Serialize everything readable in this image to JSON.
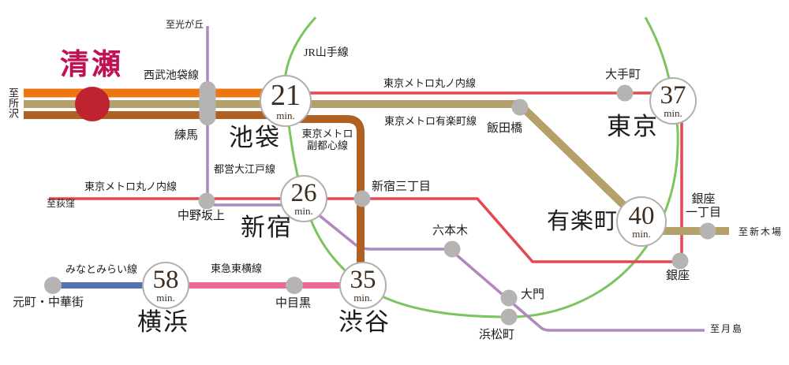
{
  "colors": {
    "seibu-orange": "#ee7611",
    "yurakucho-gold": "#b3a06a",
    "fukutoshin-brown": "#b06020",
    "marunouchi-red": "#e4474d",
    "oedo-purple": "#b087bf",
    "yamanote-green": "#7cc45e",
    "minatomirai-blue": "#5572b0",
    "toyoko-pink": "#ec6b96",
    "station-gray": "#b5b4b2",
    "circle-border": "#b2b0ae",
    "kiyose-circle": "#bf2330",
    "kiyose-text": "#c11155",
    "time-text": "#3f2d1e"
  },
  "home": {
    "name": "清瀬"
  },
  "hubs": [
    {
      "id": "ikebukuro",
      "name": "池袋",
      "time": "21",
      "unit": "min."
    },
    {
      "id": "shinjuku",
      "name": "新宿",
      "time": "26",
      "unit": "min."
    },
    {
      "id": "shibuya",
      "name": "渋谷",
      "time": "35",
      "unit": "min."
    },
    {
      "id": "yokohama",
      "name": "横浜",
      "time": "58",
      "unit": "min."
    },
    {
      "id": "tokyo",
      "name": "東京",
      "time": "37",
      "unit": "min."
    },
    {
      "id": "yurakucho",
      "name": "有楽町",
      "time": "40",
      "unit": "min."
    }
  ],
  "stations": [
    {
      "id": "nerima",
      "name": "練馬"
    },
    {
      "id": "nakano-sakaue",
      "name": "中野坂上"
    },
    {
      "id": "shinjuku-sanchome",
      "name": "新宿三丁目"
    },
    {
      "id": "roppongi",
      "name": "六本木"
    },
    {
      "id": "otemachi",
      "name": "大手町"
    },
    {
      "id": "iidabashi",
      "name": "飯田橋"
    },
    {
      "id": "ginza-itchome",
      "name": "銀座",
      "name2": "一丁目"
    },
    {
      "id": "ginza",
      "name": "銀座"
    },
    {
      "id": "daimon",
      "name": "大門"
    },
    {
      "id": "hamamatsucho",
      "name": "浜松町"
    },
    {
      "id": "motomachi-chukagai",
      "name": "元町・中華街"
    },
    {
      "id": "nakameguro",
      "name": "中目黒"
    }
  ],
  "lines": [
    {
      "id": "seibu-ikebukuro",
      "label": "西武池袋線"
    },
    {
      "id": "jr-yamanote",
      "label": "JR山手線"
    },
    {
      "id": "marunouchi-upper",
      "label": "東京メトロ丸ノ内線"
    },
    {
      "id": "yurakucho-line",
      "label": "東京メトロ有楽町線"
    },
    {
      "id": "fukutoshin",
      "label": "東京メトロ",
      "label2": "副都心線"
    },
    {
      "id": "oedo",
      "label": "都営大江戸線"
    },
    {
      "id": "marunouchi-left",
      "label": "東京メトロ丸ノ内線"
    },
    {
      "id": "minatomirai",
      "label": "みなとみらい線"
    },
    {
      "id": "tokyu-toyoko",
      "label": "東急東横線"
    }
  ],
  "endpoints": [
    {
      "id": "tokorozawa",
      "label": "至所沢"
    },
    {
      "id": "hikarigaoka",
      "label": "至光が丘"
    },
    {
      "id": "ogikubo",
      "label": "至荻窪"
    },
    {
      "id": "shinkiba",
      "label": "至新木場"
    },
    {
      "id": "tsukishima",
      "label": "至月島"
    }
  ]
}
